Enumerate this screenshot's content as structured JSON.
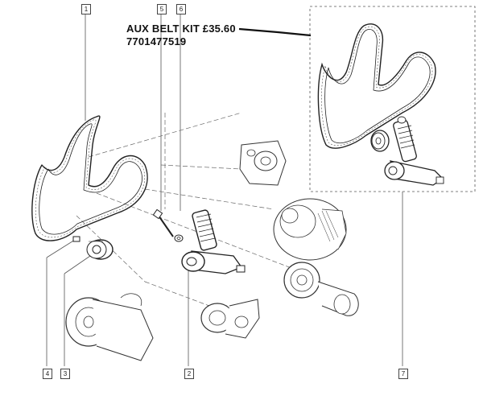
{
  "annotation": {
    "kit_name": "AUX BELT KIT £35.60",
    "part_number": "7701477519"
  },
  "callouts": [
    "1",
    "5",
    "6",
    "4",
    "3",
    "2",
    "7"
  ],
  "colors": {
    "line": "#222222",
    "leader": "#555555",
    "background": "#ffffff"
  }
}
